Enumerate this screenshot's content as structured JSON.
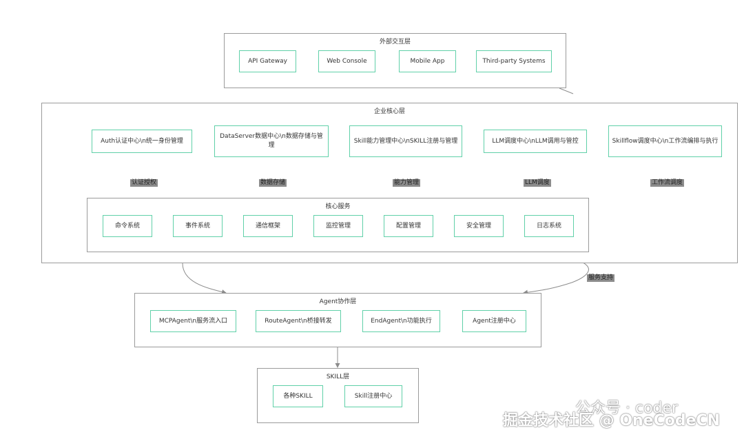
{
  "layers": {
    "external": {
      "title": "外部交互层",
      "nodes": [
        "API Gateway",
        "Web Console",
        "Mobile App",
        "Third-party Systems"
      ]
    },
    "core": {
      "title": "企业核心层",
      "nodes": [
        "Auth认证中心\\n统一身份管理",
        "DataServer数据中心\\n数据存储与管理",
        "Skill能力管理中心\\nSKILL注册与管理",
        "LLM调度中心\\nLLM调用与管控",
        "Skillflow调度中心\\n工作流编排与执行"
      ]
    },
    "services": {
      "title": "核心服务",
      "nodes": [
        "命令系统",
        "事件系统",
        "通信框架",
        "监控管理",
        "配置管理",
        "安全管理",
        "日志系统"
      ]
    },
    "agent": {
      "title": "Agent协作层",
      "nodes": [
        "MCPAgent\\n服务流入口",
        "RouteAgent\\n桥接转发",
        "EndAgent\\n功能执行",
        "Agent注册中心"
      ]
    },
    "skill": {
      "title": "SKILL层",
      "nodes": [
        "各种SKILL",
        "Skill注册中心"
      ]
    }
  },
  "edge_labels": [
    "认证授权",
    "数据存储",
    "能力管理",
    "LLM调度",
    "工作流调度",
    "服务支持"
  ],
  "watermark": {
    "wechat": "公众号 · coder",
    "site": "掘金技术社区 @ OneCodeCN"
  },
  "colors": {
    "node_border": "#5fd0a8",
    "layer_border": "#9a9a9a",
    "edge": "#8c8c8c",
    "label_bg": "#8c8c8c"
  }
}
